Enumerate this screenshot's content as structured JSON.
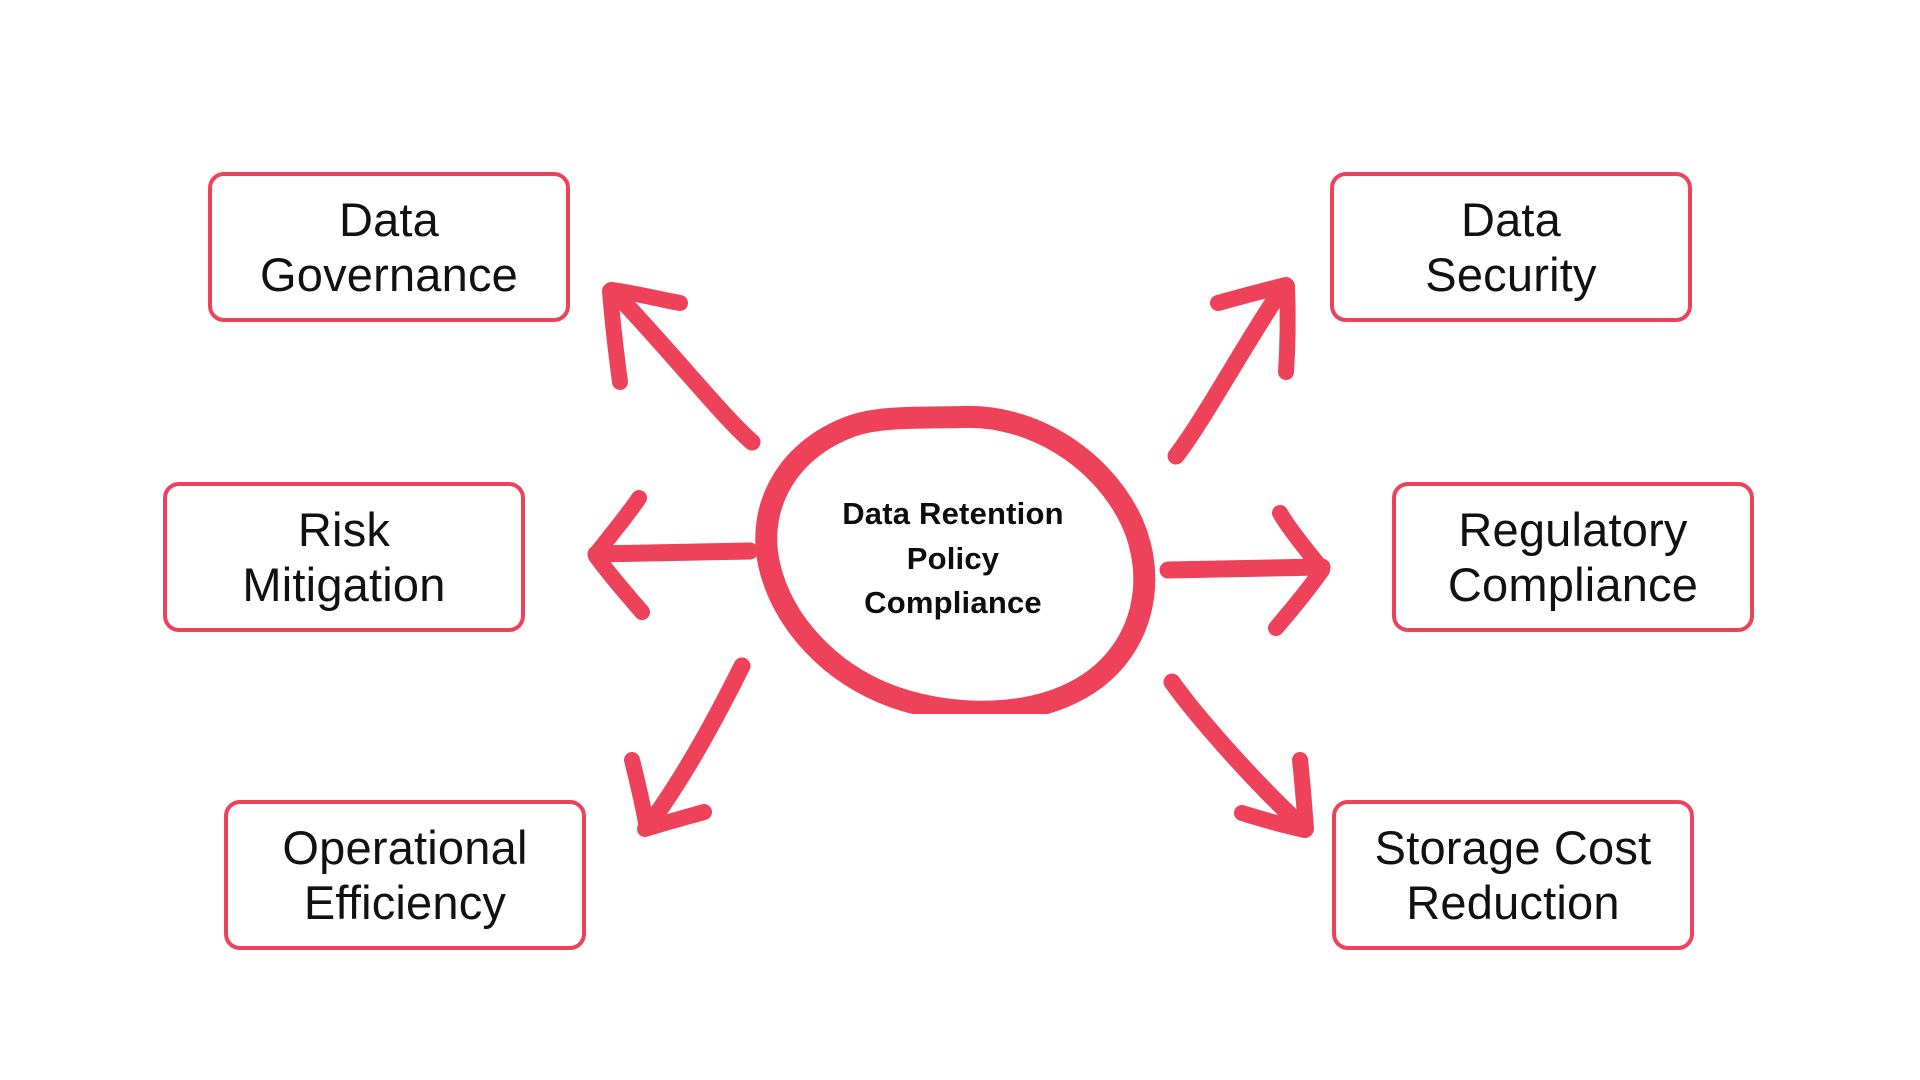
{
  "diagram": {
    "type": "hub-and-spoke",
    "accent_color": "#ed425a",
    "text_color": "#111111",
    "background_color": "#ffffff",
    "center": {
      "label": "Data Retention\nPolicy\nCompliance",
      "shape": "hand-drawn-ellipse"
    },
    "nodes": [
      {
        "id": "data-governance",
        "label": "Data\nGovernance",
        "position": "top-left",
        "arrow": "up-left"
      },
      {
        "id": "risk-mitigation",
        "label": "Risk\nMitigation",
        "position": "middle-left",
        "arrow": "left"
      },
      {
        "id": "operational-efficiency",
        "label": "Operational\nEfficiency",
        "position": "bottom-left",
        "arrow": "down-left"
      },
      {
        "id": "data-security",
        "label": "Data\nSecurity",
        "position": "top-right",
        "arrow": "up-right"
      },
      {
        "id": "regulatory-compliance",
        "label": "Regulatory\nCompliance",
        "position": "middle-right",
        "arrow": "right"
      },
      {
        "id": "storage-cost-reduction",
        "label": "Storage Cost\nReduction",
        "position": "bottom-right",
        "arrow": "down-right"
      }
    ],
    "arrows": [
      {
        "id": "arrow-up-left",
        "from": "center",
        "to": "data-governance"
      },
      {
        "id": "arrow-left",
        "from": "center",
        "to": "risk-mitigation"
      },
      {
        "id": "arrow-down-left",
        "from": "center",
        "to": "operational-efficiency"
      },
      {
        "id": "arrow-up-right",
        "from": "center",
        "to": "data-security"
      },
      {
        "id": "arrow-right",
        "from": "center",
        "to": "regulatory-compliance"
      },
      {
        "id": "arrow-down-right",
        "from": "center",
        "to": "storage-cost-reduction"
      }
    ]
  }
}
